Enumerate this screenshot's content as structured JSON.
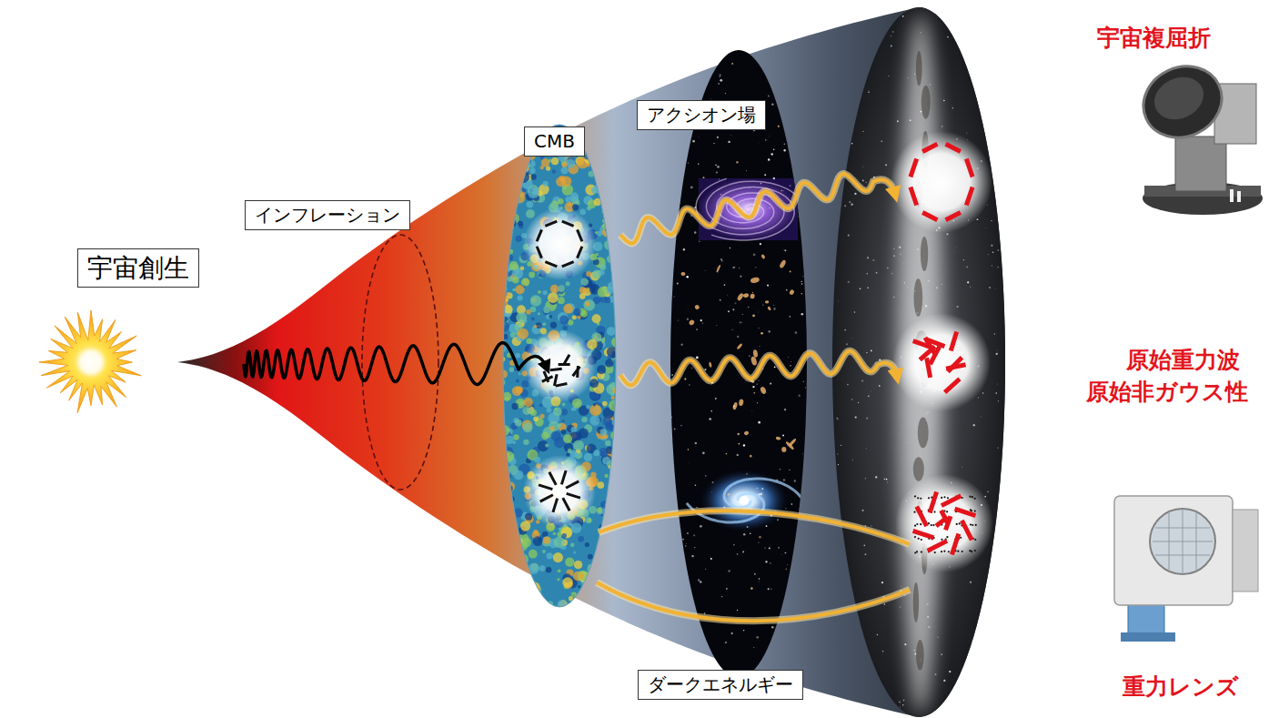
{
  "diagram": {
    "nodes": [
      {
        "text": [
          "宇宙創生"
        ]
      },
      {
        "text": [
          "インフレーション"
        ]
      },
      {
        "text": [
          "CMB"
        ]
      },
      {
        "text": [
          "アクシオン場"
        ]
      },
      {
        "text": [
          "ダークエネルギー"
        ]
      }
    ],
    "labels": [
      "宇宙複屈折",
      "原始重力波",
      "原始非ガウス性",
      "重力レンズ"
    ]
  }
}
